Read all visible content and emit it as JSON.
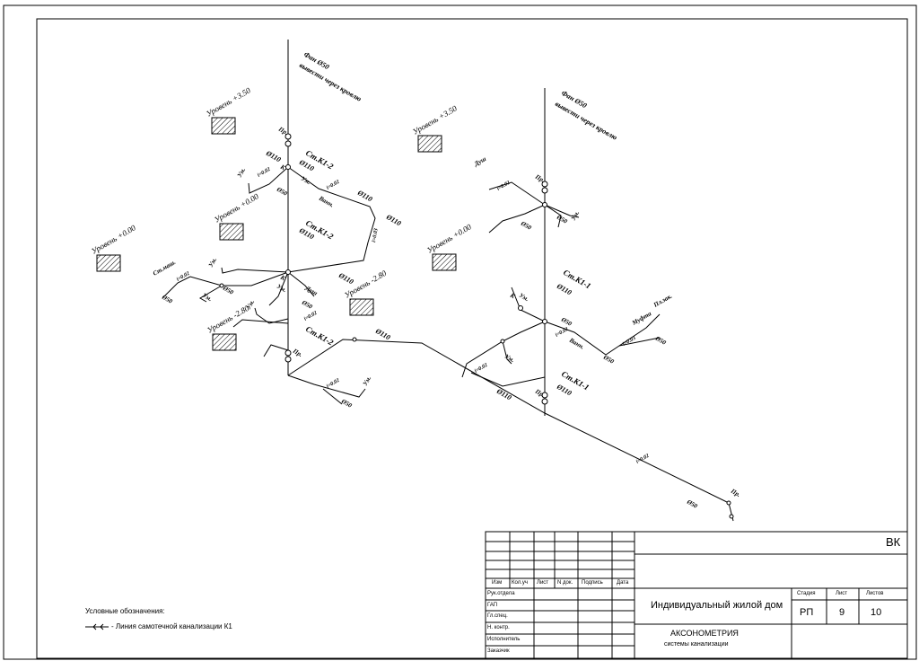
{
  "drawing": {
    "labels": {
      "fan_left": "Фан Ø50",
      "fan_left_note": "вывести через кровлю",
      "fan_right": "Фан Ø50",
      "fan_right_note": "вывести через кровлю",
      "level_l1": "Уровень +3.50",
      "level_l2": "Уровень +0.00",
      "level_l3": "Уровень +0.00",
      "level_l4": "Уровень -2.80",
      "level_l5": "Уровень -2.80",
      "level_r1": "Уровень +3.50",
      "level_r2": "Уровень +0.00",
      "riser_l_a": "Ст.К1-2",
      "riser_l_b": "Ст.К1-2",
      "riser_l_c": "Ст.К1-2",
      "riser_r_a": "Ст.К1-1",
      "riser_r_b": "Ст.К1-1",
      "d110_a": "Ø110",
      "d110_b": "Ø110",
      "d110_c": "Ø110",
      "d110_d": "Ø110",
      "d110_e": "Ø110",
      "d110_f": "Ø110",
      "d110_g": "Ø110",
      "d110_h": "Ø110",
      "d110_i": "Ø110",
      "d110_j": "Ø110",
      "d50_a": "Ø50",
      "d50_b": "Ø50",
      "d50_c": "Ø50",
      "d50_d": "Ø50",
      "d50_e": "Ø50",
      "d50_f": "Ø50",
      "d50_g": "Ø50",
      "d50_h": "Ø50",
      "d50_i": "Ø50",
      "d50_j": "Ø50",
      "d50_k": "Ø50",
      "slope_a": "i=0.02",
      "slope_b": "i=0.02",
      "slope_c": "i=0.02",
      "slope_d": "i=0.03",
      "slope_e": "i=0.02",
      "slope_f": "i=0.02",
      "slope_g": "i=0.03",
      "slope_h": "i=0.02",
      "slope_i": "i=0.02",
      "slope_j": "i=0.02",
      "slope_k": "i=0.02",
      "pr_a": "Пр.",
      "pr_b": "Пр.",
      "pr_c": "Пр.",
      "pr_d": "Пр.",
      "pr_e": "Пр.",
      "ud_a": "Ум.",
      "ud_b": "Ум.",
      "ud_c": "Ум.",
      "ud_d": "Ум.",
      "ud_e": "Ум.",
      "ud_f": "Ум.",
      "ud_g": "Ум.",
      "ud_h": "Ум.",
      "ud_i": "Ум.",
      "ud_j": "Ум.",
      "dush_a": "Душ",
      "dush_b": "Душ",
      "vann_a": "Ванн.",
      "vann_b": "Ванн.",
      "st_mash": "Ст.маш.",
      "mufta": "Муфта",
      "plzk": "Пл.зак.",
      "k_a": "К",
      "k_b": "К",
      "k_c": "К"
    }
  },
  "titleblock": {
    "code": "ВК",
    "col_headers": [
      "Изм",
      "Кол.уч",
      "Лист",
      "N док.",
      "Подпись",
      "Дата"
    ],
    "roles": [
      "Рук.отдела",
      "ГАП",
      "Гл.спец.",
      "Н. контр.",
      "Исполнитель",
      "Заказчик"
    ],
    "project": "Индивидуальный жилой дом",
    "sheet_title_1": "АКСОНОМЕТРИЯ",
    "sheet_title_2": "системы канализации",
    "stage_label": "Стадия",
    "sheet_label": "Лист",
    "sheets_label": "Листов",
    "stage": "РП",
    "sheet": "9",
    "sheets": "10"
  },
  "legend": {
    "title": "Условные обозначения:",
    "item": "- Линия самотечной канализации К1"
  }
}
